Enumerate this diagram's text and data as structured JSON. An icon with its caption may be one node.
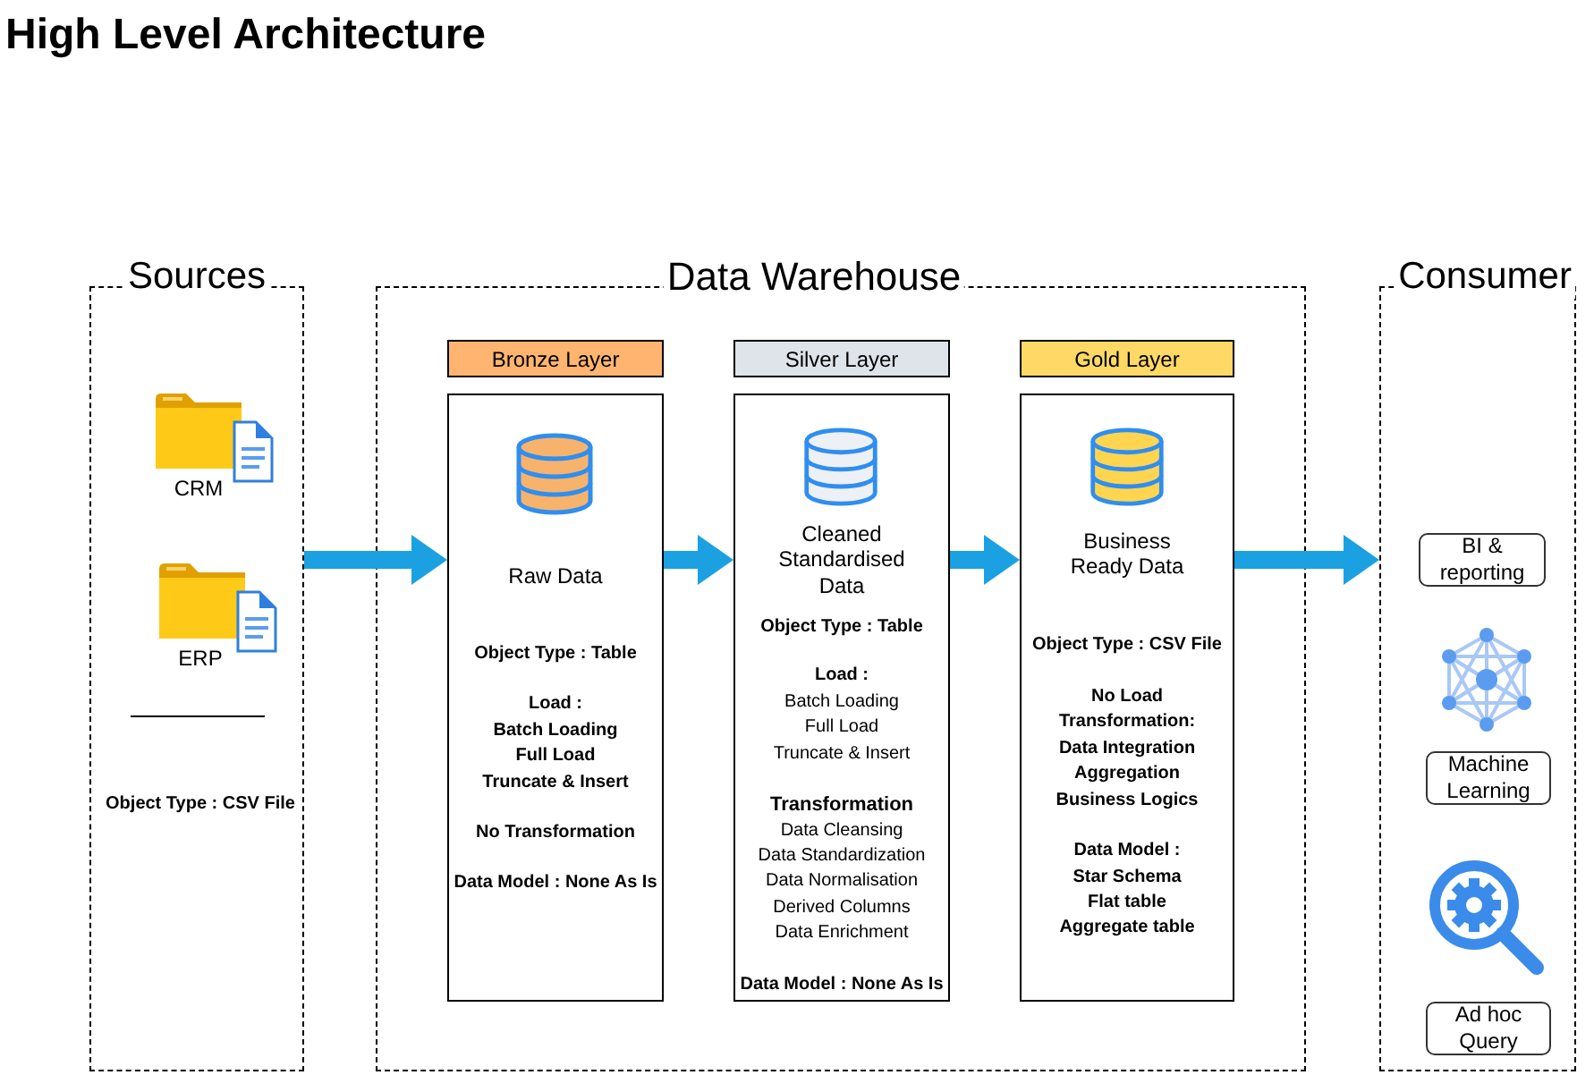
{
  "diagram": {
    "title": "High Level Architecture",
    "nodes": [
      {
        "text": [
          "Sources",
          "CRM",
          "ERP",
          "Object Type : CSV File"
        ]
      },
      {
        "text": [
          "Data Warehouse"
        ]
      },
      {
        "text": [
          "Bronze Layer"
        ],
        "in": 1
      },
      {
        "text": [
          "Raw Data",
          "Object Type : Table",
          "Load :",
          "Batch Loading",
          "Full Load",
          "Truncate & Insert",
          "No Transformation",
          "Data Model : None As Is"
        ],
        "in": 1
      },
      {
        "text": [
          "Silver Layer"
        ],
        "in": 1
      },
      {
        "text": [
          "Cleaned Standardised Data",
          "Object Type : Table",
          "Load :",
          "Batch Loading",
          "Full Load",
          "Truncate & Insert",
          "Transformation",
          "Data Cleansing",
          "Data Standardization",
          "Data Normalisation",
          "Derived Columns",
          "Data Enrichment",
          "Data Model : None As Is"
        ],
        "in": 1
      },
      {
        "text": [
          "Gold Layer"
        ],
        "in": 1
      },
      {
        "text": [
          "Business Ready Data",
          "Object Type : CSV File",
          "No Load",
          "Transformation:",
          "Data Integration",
          "Aggregation",
          "Business Logics",
          "Data Model :",
          "Star Schema",
          "Flat table",
          "Aggregate table"
        ],
        "in": 1
      },
      {
        "text": [
          "Consumer"
        ]
      },
      {
        "text": [
          "BI & reporting"
        ],
        "in": 8
      },
      {
        "text": [
          "Machine Learning"
        ],
        "in": 8
      },
      {
        "text": [
          "Ad hoc Query"
        ],
        "in": 8
      }
    ],
    "edges": [
      {
        "from": 0,
        "to": 3,
        "arrow": "to"
      },
      {
        "from": 3,
        "to": 5,
        "arrow": "to"
      },
      {
        "from": 5,
        "to": 7,
        "arrow": "to"
      },
      {
        "from": 7,
        "to": 8,
        "arrow": "to"
      }
    ]
  }
}
